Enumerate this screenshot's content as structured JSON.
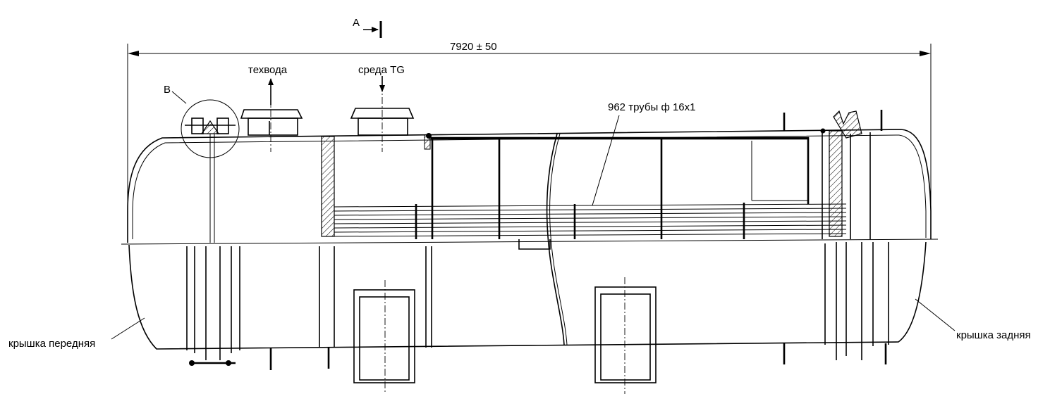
{
  "labels": {
    "section_a": "A",
    "overall_length": "7920 ± 50",
    "detail_b": "B",
    "outlet": "техвода",
    "inlet": "среда TG",
    "tubes": "962 трубы ф 16х1",
    "front_cover": "крышка передняя",
    "rear_cover": "крышка задняя"
  }
}
